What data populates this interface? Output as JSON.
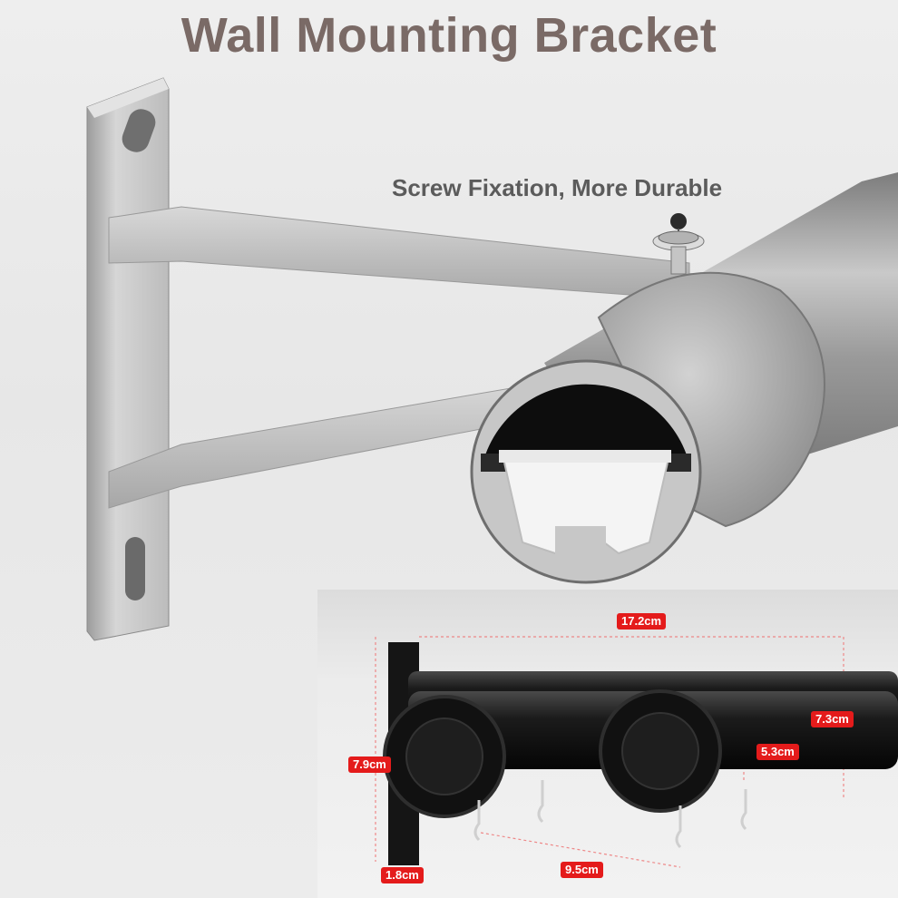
{
  "title": "Wall Mounting Bracket",
  "callout": "Screw Fixation, More Durable",
  "dimensions": {
    "width_total": "17.2cm",
    "bracket_height": "7.9cm",
    "rod_gap_outer": "7.3cm",
    "rod_gap_inner": "5.3cm",
    "plate_thickness": "1.8cm",
    "rod_spacing": "9.5cm"
  },
  "colors": {
    "title": "#7a6a66",
    "label_bg": "#e41b1b",
    "metal": "#b9b9b9"
  }
}
